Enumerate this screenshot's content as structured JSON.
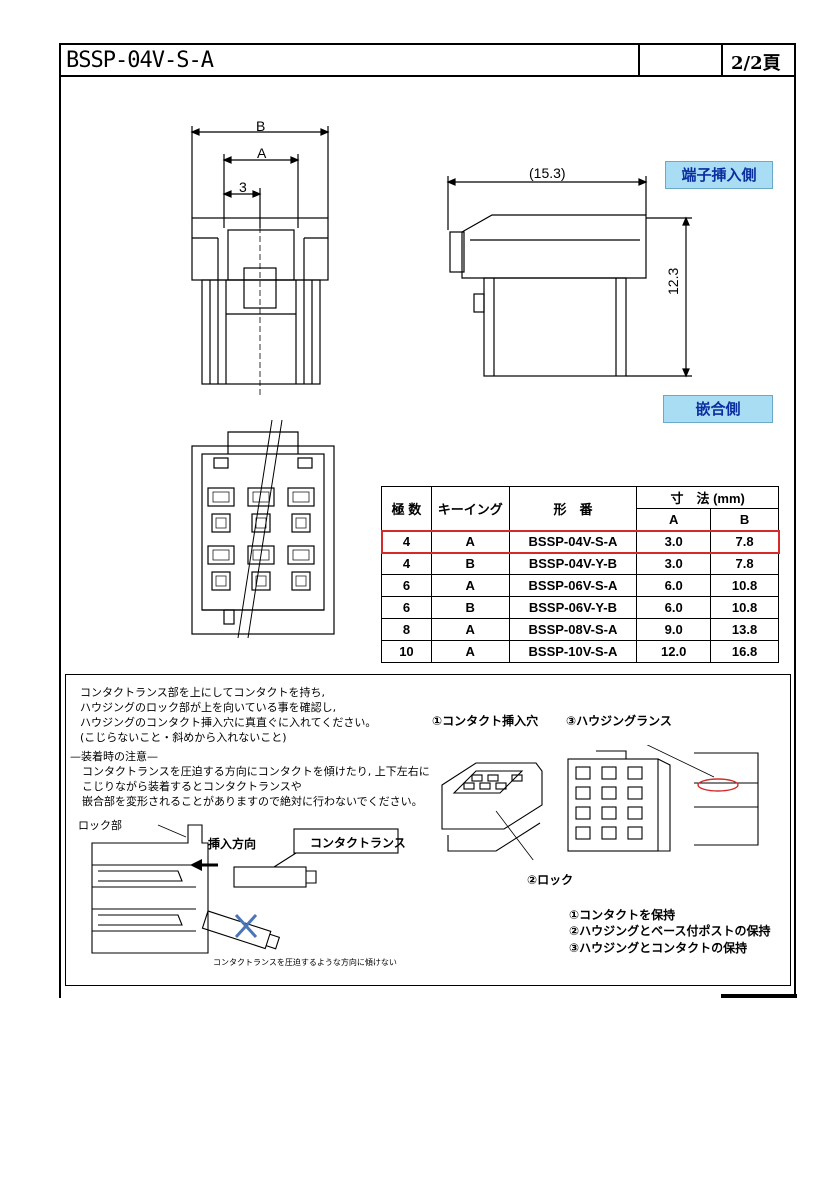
{
  "header": {
    "title": "BSSP-04V-S-A",
    "page": "2/2頁"
  },
  "drawing": {
    "dim_B": "B",
    "dim_A": "A",
    "dim_3": "3",
    "dim_length": "(15.3)",
    "dim_height": "12.3",
    "tag_insert_side": "端子挿入側",
    "tag_mating_side": "嵌合側"
  },
  "table": {
    "headers": {
      "poles": "極 数",
      "keying": "キーイング",
      "part_no": "形　番",
      "dims": "寸　法 (mm)",
      "a": "A",
      "b": "B"
    },
    "rows": [
      {
        "poles": "4",
        "keying": "A",
        "part_no": "BSSP-04V-S-A",
        "a": "3.0",
        "b": "7.8"
      },
      {
        "poles": "4",
        "keying": "B",
        "part_no": "BSSP-04V-Y-B",
        "a": "3.0",
        "b": "7.8"
      },
      {
        "poles": "6",
        "keying": "A",
        "part_no": "BSSP-06V-S-A",
        "a": "6.0",
        "b": "10.8"
      },
      {
        "poles": "6",
        "keying": "B",
        "part_no": "BSSP-06V-Y-B",
        "a": "6.0",
        "b": "10.8"
      },
      {
        "poles": "8",
        "keying": "A",
        "part_no": "BSSP-08V-S-A",
        "a": "9.0",
        "b": "13.8"
      },
      {
        "poles": "10",
        "keying": "A",
        "part_no": "BSSP-10V-S-A",
        "a": "12.0",
        "b": "16.8"
      }
    ]
  },
  "notes": {
    "line1": "コンタクトランス部を上にしてコンタクトを持ち,",
    "line2": "ハウジングのロック部が上を向いている事を確認し,",
    "line3": "ハウジングのコンタクト挿入穴に真直ぐに入れてください。",
    "line4": "(こじらないこと・斜めから入れないこと)",
    "caution_title": "—装着時の注意—",
    "caution1": "コンタクトランスを圧迫する方向にコンタクトを傾けたり, 上下左右に",
    "caution2": "こじりながら装着するとコンタクトランスや",
    "caution3": "嵌合部を変形されることがありますので絶対に行わないでください。",
    "lock_label": "ロック部",
    "insert_dir": "挿入方向",
    "contact_lance": "コンタクトランス",
    "warning_small": "コンタクトランスを圧迫するような方向に傾けない",
    "callout1": "①コンタクト挿入穴",
    "callout2": "②ロック",
    "callout3": "③ハウジングランス",
    "legend1": "①コンタクトを保持",
    "legend2": "②ハウジングとベース付ポストの保持",
    "legend3": "③ハウジングとコンタクトの保持"
  },
  "colors": {
    "tag_bg": "#a9ddf4",
    "tag_text": "#0b2fa0",
    "highlight": "#d42a2a"
  }
}
